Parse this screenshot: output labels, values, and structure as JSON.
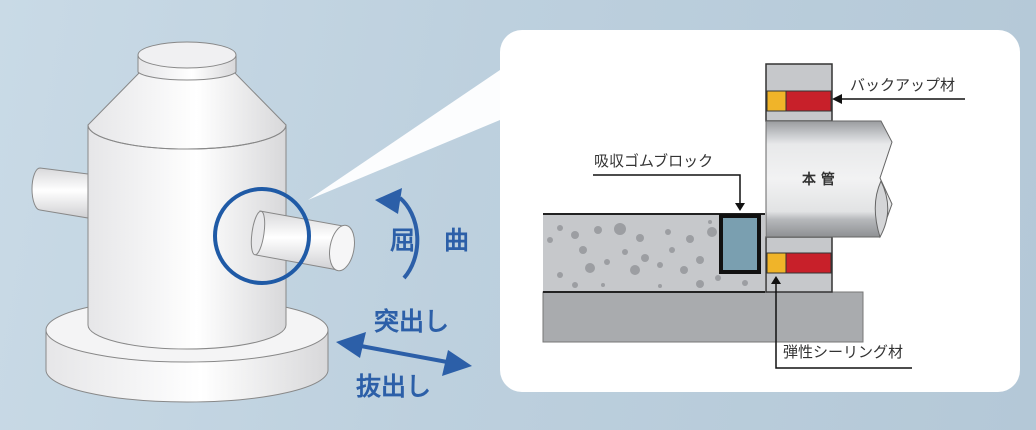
{
  "illustration": {
    "motion_labels": {
      "bending_left": "屈",
      "bending_right": "曲",
      "protrusion": "突出し",
      "withdrawal": "抜出し"
    }
  },
  "cross_section": {
    "labels": {
      "backup_material": "バックアップ材",
      "absorbing_rubber_block": "吸収ゴムブロック",
      "main_pipe": "本 管",
      "elastic_sealing_material": "弾性シーリング材"
    },
    "colors": {
      "backup_red": "#c8202a",
      "sealant_yellow": "#f0b429",
      "rubber_block": "#7a9fb0",
      "concrete": "#c6c8cb",
      "base": "#a9abae",
      "accent_blue": "#2c5fa8"
    }
  }
}
